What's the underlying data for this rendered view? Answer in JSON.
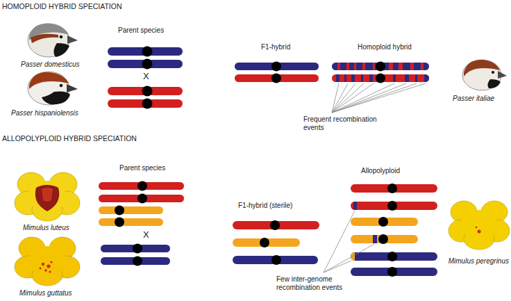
{
  "diagram": {
    "labels": [
      "HOMOPLOID HYBRID SPECIATION",
      "Passer domesticus",
      "Parent species",
      "X",
      "Passer hispaniolensis",
      "F1-hybrid",
      "Homoploid hybrid",
      "Frequent recombination events",
      "Passer italiae",
      "ALLOPOLYPLOID HYBRID SPECIATION",
      "Parent species",
      "Mimulus luteus",
      "X",
      "Mimulus guttatus",
      "F1-hybrid (sterile)",
      "Allopolyploid",
      "Few inter-genome recombination events",
      "Mimulus peregrinus"
    ]
  }
}
